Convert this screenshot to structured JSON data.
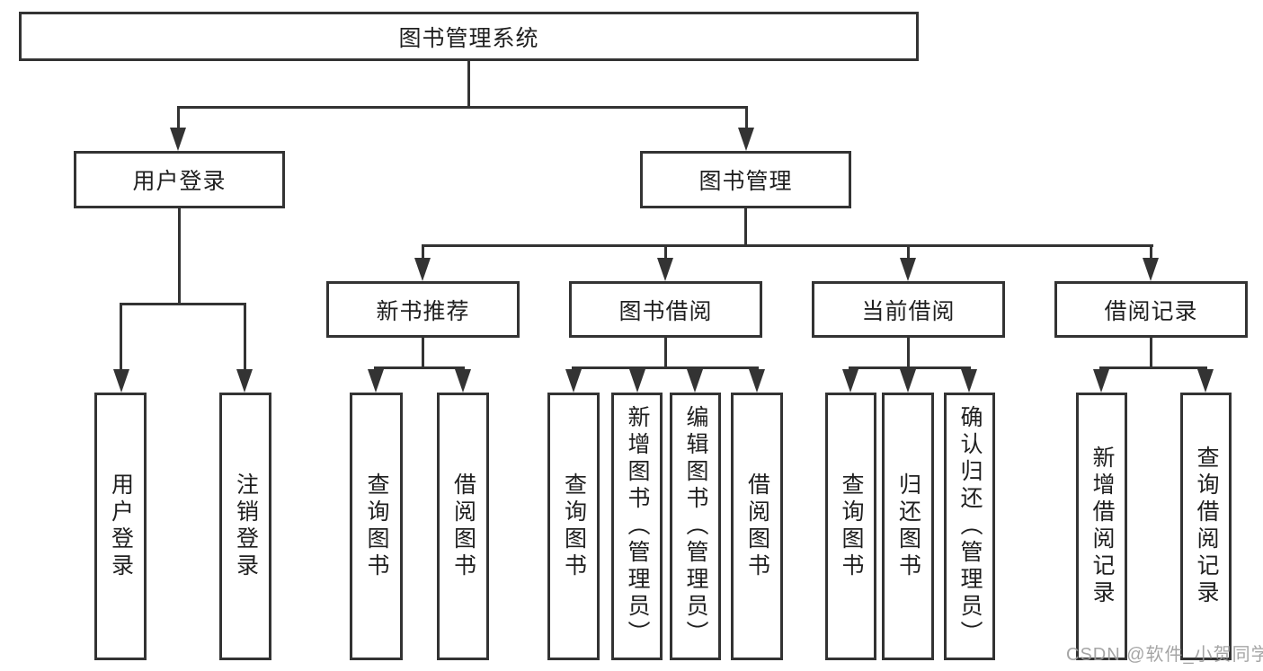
{
  "tree": {
    "root": "图书管理系统",
    "branches": [
      {
        "label": "用户登录",
        "children": [
          "用户登录",
          "注销登录"
        ]
      },
      {
        "label": "图书管理",
        "sections": [
          {
            "label": "新书推荐",
            "children": [
              "查询图书",
              "借阅图书"
            ]
          },
          {
            "label": "图书借阅",
            "children": [
              "查询图书",
              "新增图书（管理员）",
              "编辑图书（管理员）",
              "借阅图书"
            ]
          },
          {
            "label": "当前借阅",
            "children": [
              "查询图书",
              "归还图书",
              "确认归还（管理员）"
            ]
          },
          {
            "label": "借阅记录",
            "children": [
              "新增借阅记录",
              "查询借阅记录"
            ]
          }
        ]
      }
    ]
  },
  "watermark": {
    "text": "CSDN @软件_小贺同学"
  },
  "colors": {
    "line": "#333333",
    "text": "#1f1f1f",
    "watermark": "#9b9b9b",
    "background": "#ffffff"
  }
}
